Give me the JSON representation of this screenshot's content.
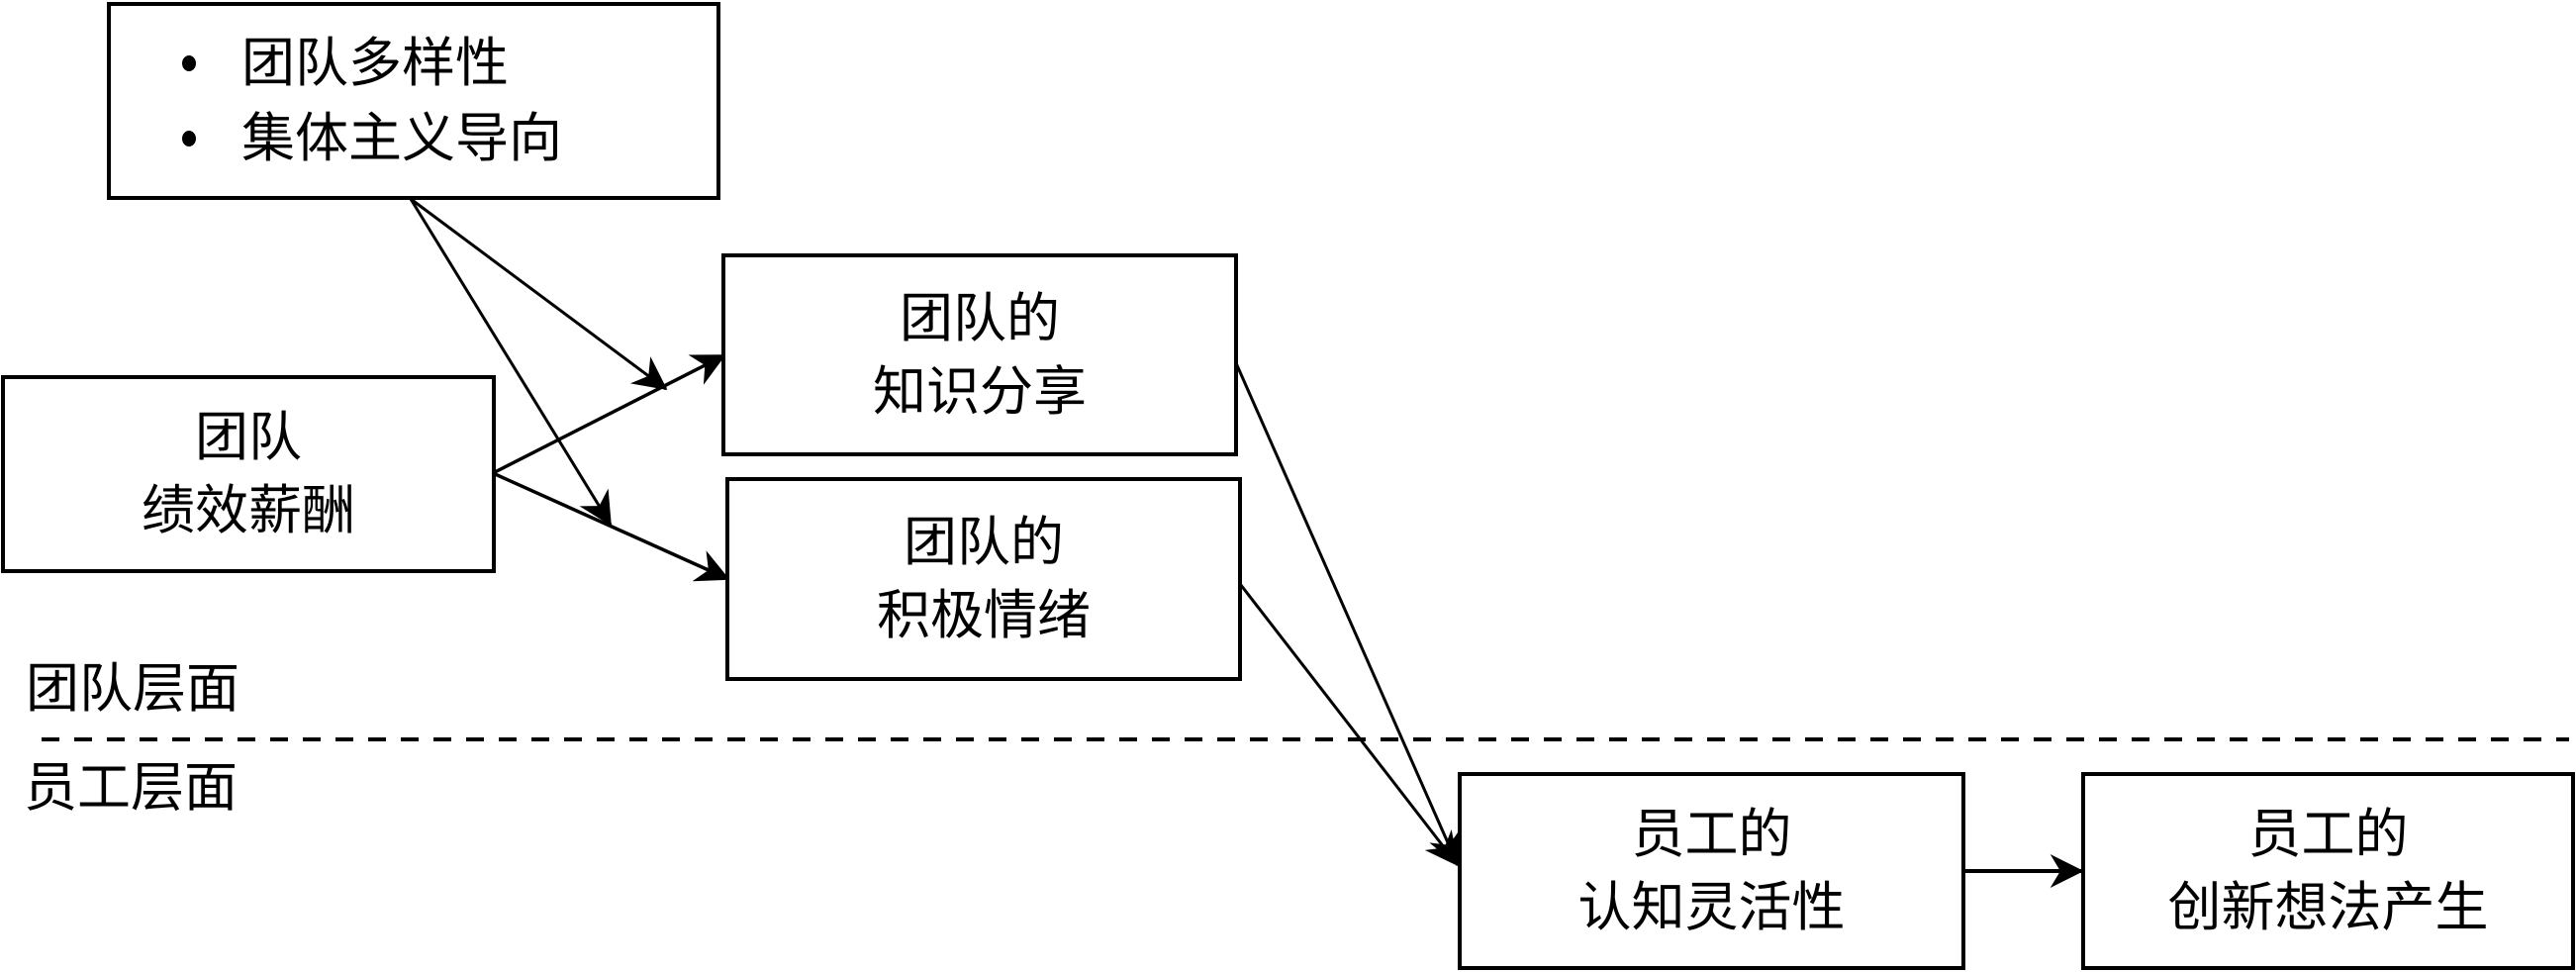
{
  "diagram": {
    "nodes": {
      "moderators": {
        "items": [
          "团队多样性",
          "集体主义导向"
        ]
      },
      "team_pay": {
        "lines": [
          "团队",
          "绩效薪酬"
        ]
      },
      "knowledge_sharing": {
        "lines": [
          "团队的",
          "知识分享"
        ]
      },
      "positive_affect": {
        "lines": [
          "团队的",
          "积极情绪"
        ]
      },
      "cognitive_flexibility": {
        "lines": [
          "员工的",
          "认知灵活性"
        ]
      },
      "idea_generation": {
        "lines": [
          "员工的",
          "创新想法产生"
        ]
      }
    },
    "levels": {
      "team": "团队层面",
      "employee": "员工层面"
    },
    "edges": [
      {
        "from": "team_pay",
        "to": "knowledge_sharing"
      },
      {
        "from": "team_pay",
        "to": "positive_affect"
      },
      {
        "from": "moderators",
        "to": "team_pay->knowledge_sharing",
        "type": "moderation"
      },
      {
        "from": "moderators",
        "to": "team_pay->positive_affect",
        "type": "moderation"
      },
      {
        "from": "knowledge_sharing",
        "to": "cognitive_flexibility"
      },
      {
        "from": "positive_affect",
        "to": "cognitive_flexibility"
      },
      {
        "from": "cognitive_flexibility",
        "to": "idea_generation"
      }
    ],
    "colors": {
      "stroke": "#000000",
      "background": "#ffffff"
    }
  }
}
